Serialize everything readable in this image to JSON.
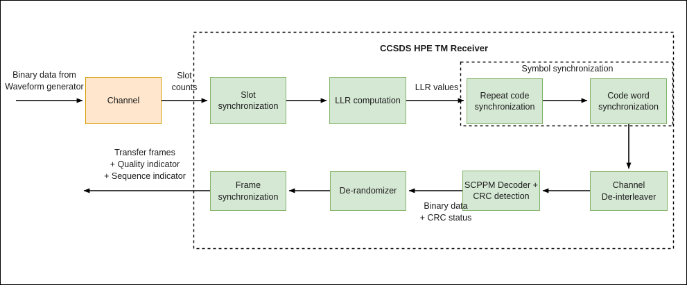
{
  "diagram": {
    "title": "CCSDS HPE TM Receiver",
    "subgroup_title": "Symbol synchronization",
    "nodes": [
      {
        "id": "channel",
        "label": "Channel",
        "fill": "#ffe6cc",
        "stroke": "#d79b00"
      },
      {
        "id": "slot-synchronization",
        "label": "Slot\nsynchronization",
        "fill": "#d5e8d4",
        "stroke": "#82b366"
      },
      {
        "id": "llr-computation",
        "label": "LLR computation",
        "fill": "#d5e8d4",
        "stroke": "#82b366"
      },
      {
        "id": "repeat-code-synchronization",
        "label": "Repeat code\nsynchronization",
        "fill": "#d5e8d4",
        "stroke": "#82b366"
      },
      {
        "id": "code-word-synchronization",
        "label": "Code word\nsynchronization",
        "fill": "#d5e8d4",
        "stroke": "#82b366"
      },
      {
        "id": "channel-de-interleaver",
        "label": "Channel\nDe-interleaver",
        "fill": "#d5e8d4",
        "stroke": "#82b366"
      },
      {
        "id": "scppm-decoder-crc-detection",
        "label": "SCPPM Decoder +\nCRC detection",
        "fill": "#d5e8d4",
        "stroke": "#82b366"
      },
      {
        "id": "de-randomizer",
        "label": "De-randomizer",
        "fill": "#d5e8d4",
        "stroke": "#82b366"
      },
      {
        "id": "frame-synchronization",
        "label": "Frame\nsynchronization",
        "fill": "#d5e8d4",
        "stroke": "#82b366"
      }
    ],
    "edge_labels": {
      "input": "Binary data from\nWaveform generator",
      "slot_counts": "Slot\ncounts",
      "llr_values": "LLR values",
      "binary_data_crc": "Binary data\n+ CRC status",
      "output": "Transfer frames\n+ Quality indicator\n+ Sequence indicator"
    },
    "colors": {
      "node_green_fill": "#d5e8d4",
      "node_green_stroke": "#82b366",
      "node_orange_fill": "#ffe6cc",
      "node_orange_stroke": "#d79b00",
      "arrow": "#000000",
      "text": "#1a1a1a",
      "background": "#ffffff"
    }
  }
}
